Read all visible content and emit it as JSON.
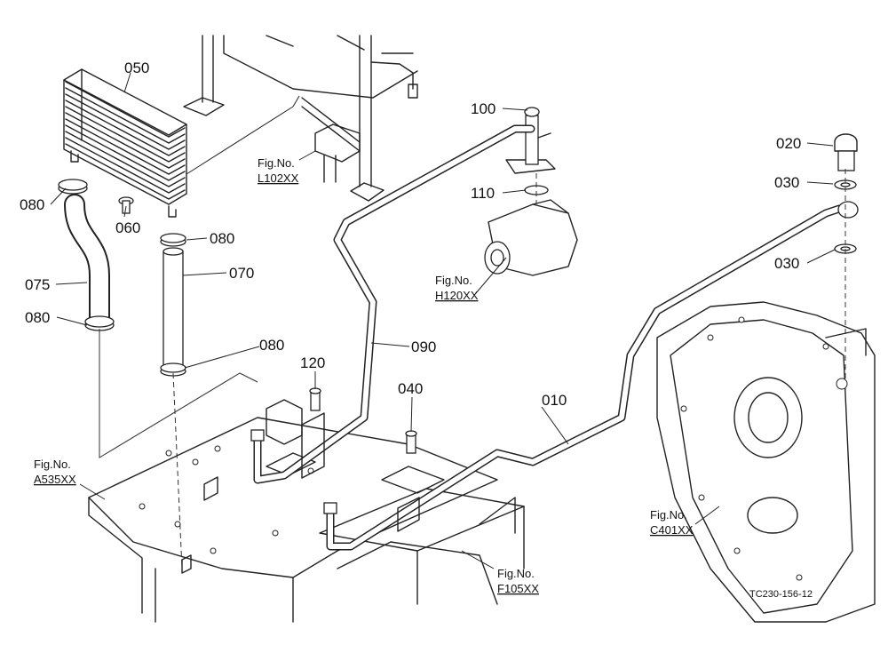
{
  "drawing_code": "TC230-156-12",
  "parts": [
    {
      "id": "010",
      "label": "010"
    },
    {
      "id": "020",
      "label": "020"
    },
    {
      "id": "030a",
      "label": "030"
    },
    {
      "id": "030b",
      "label": "030"
    },
    {
      "id": "040",
      "label": "040"
    },
    {
      "id": "050",
      "label": "050"
    },
    {
      "id": "060",
      "label": "060"
    },
    {
      "id": "070",
      "label": "070"
    },
    {
      "id": "075",
      "label": "075"
    },
    {
      "id": "080a",
      "label": "080"
    },
    {
      "id": "080b",
      "label": "080"
    },
    {
      "id": "080c",
      "label": "080"
    },
    {
      "id": "080d",
      "label": "080"
    },
    {
      "id": "090",
      "label": "090"
    },
    {
      "id": "100",
      "label": "100"
    },
    {
      "id": "110",
      "label": "110"
    },
    {
      "id": "120",
      "label": "120"
    }
  ],
  "figure_refs": [
    {
      "id": "l102",
      "prefix": "Fig.No.",
      "code": "L102XX"
    },
    {
      "id": "h120",
      "prefix": "Fig.No.",
      "code": "H120XX"
    },
    {
      "id": "a535",
      "prefix": "Fig.No.",
      "code": "A535XX"
    },
    {
      "id": "c401",
      "prefix": "Fig.No.",
      "code": "C401XX"
    },
    {
      "id": "f105",
      "prefix": "Fig.No.",
      "code": "F105XX"
    }
  ]
}
